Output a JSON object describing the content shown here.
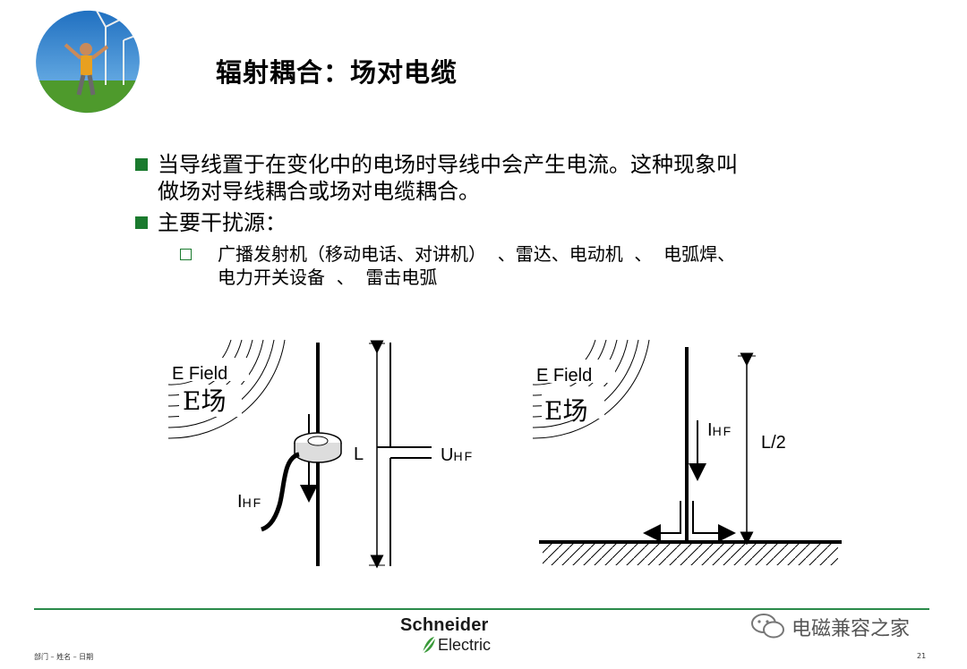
{
  "title": "辐射耦合：场对电缆",
  "bullets": [
    {
      "line1": "当导线置于在变化中的电场时导线中会产生电流。这种现象叫",
      "line2": "做场对导线耦合或场对电缆耦合。"
    },
    {
      "line1": "主要干扰源："
    }
  ],
  "sub_bullet": {
    "line1": "广播发射机（移动电话、对讲机）  、雷达、电动机  、  电弧焊、",
    "line2": "电力开关设备  、  雷击电弧"
  },
  "diagram_left": {
    "efield_label": "E Field",
    "efield_cn": "E场",
    "current_label": "I",
    "current_sub": "HF",
    "length_label": "L",
    "voltage_label": "U",
    "voltage_sub": "HF"
  },
  "diagram_right": {
    "efield_label": "E Field",
    "efield_cn": "E场",
    "current_label": "I",
    "current_sub": "HF",
    "length_label": "L/2"
  },
  "footer": {
    "left_text": "部门 – 姓名 – 日期",
    "page_number": "21",
    "brand_line1": "Schneider",
    "brand_line2": "Electric",
    "watermark": "电磁兼容之家"
  },
  "colors": {
    "accent_green": "#1a7a2e",
    "footer_line": "#2a8a4a"
  }
}
